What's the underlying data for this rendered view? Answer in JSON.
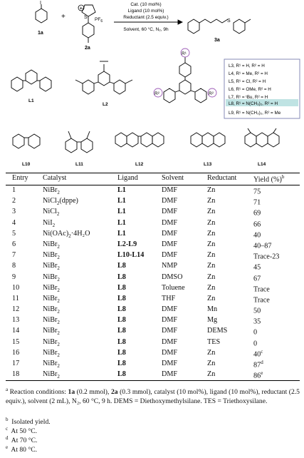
{
  "scheme": {
    "reactant1_label": "1a",
    "reactant2_label": "2a",
    "plus": "+",
    "pf6_label": "PF",
    "pf6_sub": "6",
    "s_label": "S",
    "product_s": "S",
    "product_label": "3a",
    "conditions_above": [
      "Cat. (10 mol%)",
      "Ligand (10 mol%)",
      "Reductant (2.5 equiv.)"
    ],
    "conditions_below": "Solvent, 60 °C, N₂, 9h",
    "iodo": "I"
  },
  "ligands": {
    "L1": "L1",
    "L2": "L2",
    "L10": "L10",
    "L11": "L11",
    "L12": "L12",
    "L13": "L13",
    "L14": "L14",
    "r1": "R¹",
    "r2": "R²",
    "legend": [
      "L3, R¹ = H, R² = H",
      "L4, R¹ = Me, R² = H",
      "L5, R¹ = Cl, R² = H",
      "L6, R¹ = OMe, R² = H",
      "L7, R¹ = ᵗBu, R² = H",
      "L8, R¹ = N(CH₃)₂, R² = H",
      "L9, R¹ = N(CH₃)₂, R² = Me"
    ]
  },
  "table": {
    "headers": {
      "entry": "Entry",
      "catalyst": "Catalyst",
      "ligand": "Ligand",
      "solvent": "Solvent",
      "reductant": "Reductant",
      "yield": "Yield (%)",
      "yield_sup": "b"
    },
    "rows": [
      {
        "entry": "1",
        "cat": "NiBr",
        "cat_sub": "2",
        "cat_tail": "",
        "lig": "L1",
        "sol": "DMF",
        "red": "Zn",
        "yld": "75",
        "sup": ""
      },
      {
        "entry": "2",
        "cat": "NiCl",
        "cat_sub": "2",
        "cat_tail": "(dppe)",
        "lig": "L1",
        "sol": "DMF",
        "red": "Zn",
        "yld": "71",
        "sup": ""
      },
      {
        "entry": "3",
        "cat": "NiCl",
        "cat_sub": "2",
        "cat_tail": "",
        "lig": "L1",
        "sol": "DMF",
        "red": "Zn",
        "yld": "69",
        "sup": ""
      },
      {
        "entry": "4",
        "cat": "NiI",
        "cat_sub": "2",
        "cat_tail": "",
        "lig": "L1",
        "sol": "DMF",
        "red": "Zn",
        "yld": "66",
        "sup": ""
      },
      {
        "entry": "5",
        "cat": "Ni(OAc)",
        "cat_sub": "2",
        "cat_tail": "·4H₂O",
        "lig": "L1",
        "sol": "DMF",
        "red": "Zn",
        "yld": "40",
        "sup": ""
      },
      {
        "entry": "6",
        "cat": "NiBr",
        "cat_sub": "2",
        "cat_tail": "",
        "lig": "L2-L9",
        "sol": "DMF",
        "red": "Zn",
        "yld": "40–87",
        "sup": ""
      },
      {
        "entry": "7",
        "cat": "NiBr",
        "cat_sub": "2",
        "cat_tail": "",
        "lig": "L10-L14",
        "sol": "DMF",
        "red": "Zn",
        "yld": "Trace-23",
        "sup": ""
      },
      {
        "entry": "8",
        "cat": "NiBr",
        "cat_sub": "2",
        "cat_tail": "",
        "lig": "L8",
        "sol": "NMP",
        "red": "Zn",
        "yld": "45",
        "sup": ""
      },
      {
        "entry": "9",
        "cat": "NiBr",
        "cat_sub": "2",
        "cat_tail": "",
        "lig": "L8",
        "sol": "DMSO",
        "red": "Zn",
        "yld": "67",
        "sup": ""
      },
      {
        "entry": "10",
        "cat": "NiBr",
        "cat_sub": "2",
        "cat_tail": "",
        "lig": "L8",
        "sol": "Toluene",
        "red": "Zn",
        "yld": "Trace",
        "sup": ""
      },
      {
        "entry": "11",
        "cat": "NiBr",
        "cat_sub": "2",
        "cat_tail": "",
        "lig": "L8",
        "sol": "THF",
        "red": "Zn",
        "yld": "Trace",
        "sup": ""
      },
      {
        "entry": "12",
        "cat": "NiBr",
        "cat_sub": "2",
        "cat_tail": "",
        "lig": "L8",
        "sol": "DMF",
        "red": "Mn",
        "yld": "50",
        "sup": ""
      },
      {
        "entry": "13",
        "cat": "NiBr",
        "cat_sub": "2",
        "cat_tail": "",
        "lig": "L8",
        "sol": "DMF",
        "red": "Mg",
        "yld": "35",
        "sup": ""
      },
      {
        "entry": "14",
        "cat": "NiBr",
        "cat_sub": "2",
        "cat_tail": "",
        "lig": "L8",
        "sol": "DMF",
        "red": "DEMS",
        "yld": "0",
        "sup": ""
      },
      {
        "entry": "15",
        "cat": "NiBr",
        "cat_sub": "2",
        "cat_tail": "",
        "lig": "L8",
        "sol": "DMF",
        "red": "TES",
        "yld": "0",
        "sup": ""
      },
      {
        "entry": "16",
        "cat": "NiBr",
        "cat_sub": "2",
        "cat_tail": "",
        "lig": "L8",
        "sol": "DMF",
        "red": "Zn",
        "yld": "40",
        "sup": "c"
      },
      {
        "entry": "17",
        "cat": "NiBr",
        "cat_sub": "2",
        "cat_tail": "",
        "lig": "L8",
        "sol": "DMF",
        "red": "Zn",
        "yld": "87",
        "sup": "d"
      },
      {
        "entry": "18",
        "cat": "NiBr",
        "cat_sub": "2",
        "cat_tail": "",
        "lig": "L8",
        "sol": "DMF",
        "red": "Zn",
        "yld": "86",
        "sup": "e"
      }
    ]
  },
  "footnotes": {
    "a_mark": "a",
    "a_part1": " Reaction conditions: ",
    "a_1a": "1a",
    "a_part2": " (0.2 mmol), ",
    "a_2a": "2a",
    "a_part3": " (0.3 mmol), catalyst (10 mol%), ligand (10 mol%), reductant (2.5 equiv.), solvent (2 mL), N₂, 60 °C, 9 h. DEMS = Diethoxymethylsilane. TES = Triethoxysilane.",
    "b_mark": "b",
    "b_text": "Isolated yield.",
    "c_mark": "c",
    "c_text": "At 50 °C.",
    "d_mark": "d",
    "d_text": "At 70 °C.",
    "e_mark": "e",
    "e_text": "At 80 °C."
  },
  "colors": {
    "highlight": "#bfe3e3",
    "legend_border": "#7a7fb0",
    "r_circle": "#9b59b6"
  }
}
